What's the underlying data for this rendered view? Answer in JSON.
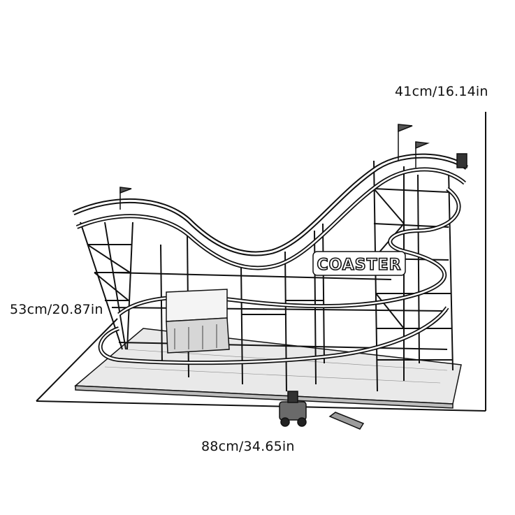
{
  "dimensions": {
    "height": "41cm/16.14in",
    "depth": "53cm/20.87in",
    "width": "88cm/34.65in"
  },
  "model": {
    "sign_text": "COASTER"
  },
  "colors": {
    "line": "#111111",
    "background": "#ffffff"
  }
}
